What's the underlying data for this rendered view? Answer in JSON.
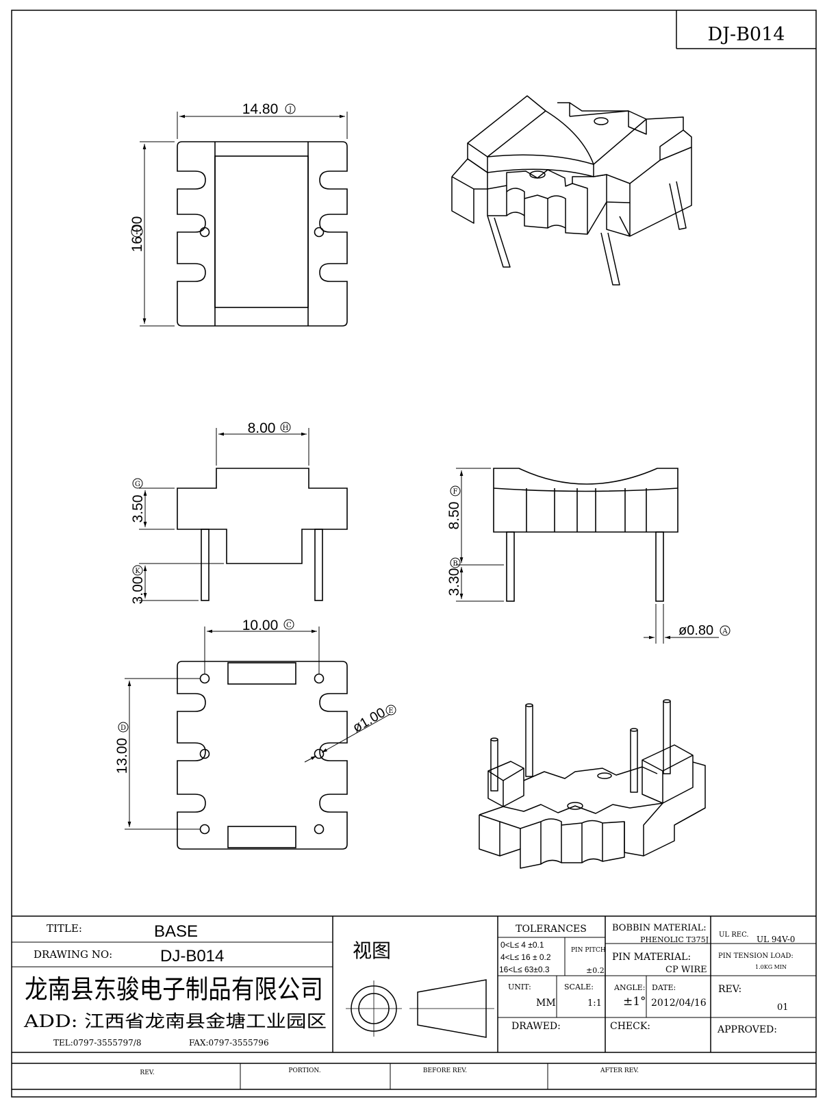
{
  "drawing_code": "DJ-B014",
  "top_view": {
    "width_dim": "14.80",
    "width_tag": "J",
    "height_dim": "16.00",
    "height_tag": "I"
  },
  "front_view": {
    "top_width_dim": "8.00",
    "top_width_tag": "H",
    "step_dim": "3.50",
    "step_tag": "G",
    "pin_dim": "3.00",
    "pin_tag": "K"
  },
  "side_view": {
    "height_dim": "8.50",
    "height_tag": "F",
    "pin_dim": "3.30",
    "pin_tag": "B",
    "pin_dia_dim": "ø0.80",
    "pin_dia_tag": "A"
  },
  "bottom_view": {
    "pin_pitch_dim": "10.00",
    "pin_pitch_tag": "C",
    "row_pitch_dim": "13.00",
    "row_pitch_tag": "D",
    "hole_dia_dim": "ø1.00",
    "hole_dia_tag": "E"
  },
  "title_block": {
    "title_label": "TITLE:",
    "title_value": "BASE",
    "drawing_no_label": "DRAWING NO:",
    "drawing_no_value": "DJ-B014",
    "company": "龙南县东骏电子制品有限公司",
    "address": "ADD: 江西省龙南县金塘工业园区",
    "tel": "TEL:0797-3555797/8",
    "fax": "FAX:0797-3555796",
    "view_label": "视图",
    "tolerances_label": "TOLERANCES",
    "tolerance_rows": [
      "0<L≤ 4  ±0.1",
      "4<L≤ 16 ± 0.2",
      "16<L≤ 63±0.3"
    ],
    "pin_pitch_label": "PIN PITCH",
    "pin_pitch_value": "±0.2",
    "unit_label": "UNIT:",
    "unit_value": "MM",
    "scale_label": "SCALE:",
    "scale_value": "1:1",
    "drawed_label": "DRAWED:",
    "bobbin_material_label": "BOBBIN MATERIAL:",
    "bobbin_material_value": "PHENOLIC T375J",
    "pin_material_label": "PIN MATERIAL:",
    "pin_material_value": "CP WIRE",
    "angle_label": "ANGLE:",
    "angle_value": "±1°",
    "date_label": "DATE:",
    "date_value": "2012/04/16",
    "check_label": "CHECK:",
    "ul_rec_label": "UL REC.",
    "ul_rec_value": "UL  94V-0",
    "pin_tension_label": "PIN TENSION LOAD:",
    "pin_tension_value": "1.0KG MIN",
    "rev_label": "REV:",
    "rev_value": "01",
    "approved_label": "APPROVED:"
  },
  "revision_row": {
    "rev": "REV.",
    "portion": "PORTION.",
    "before_rev": "BEFORE REV.",
    "after_rev": "AFTER REV."
  }
}
